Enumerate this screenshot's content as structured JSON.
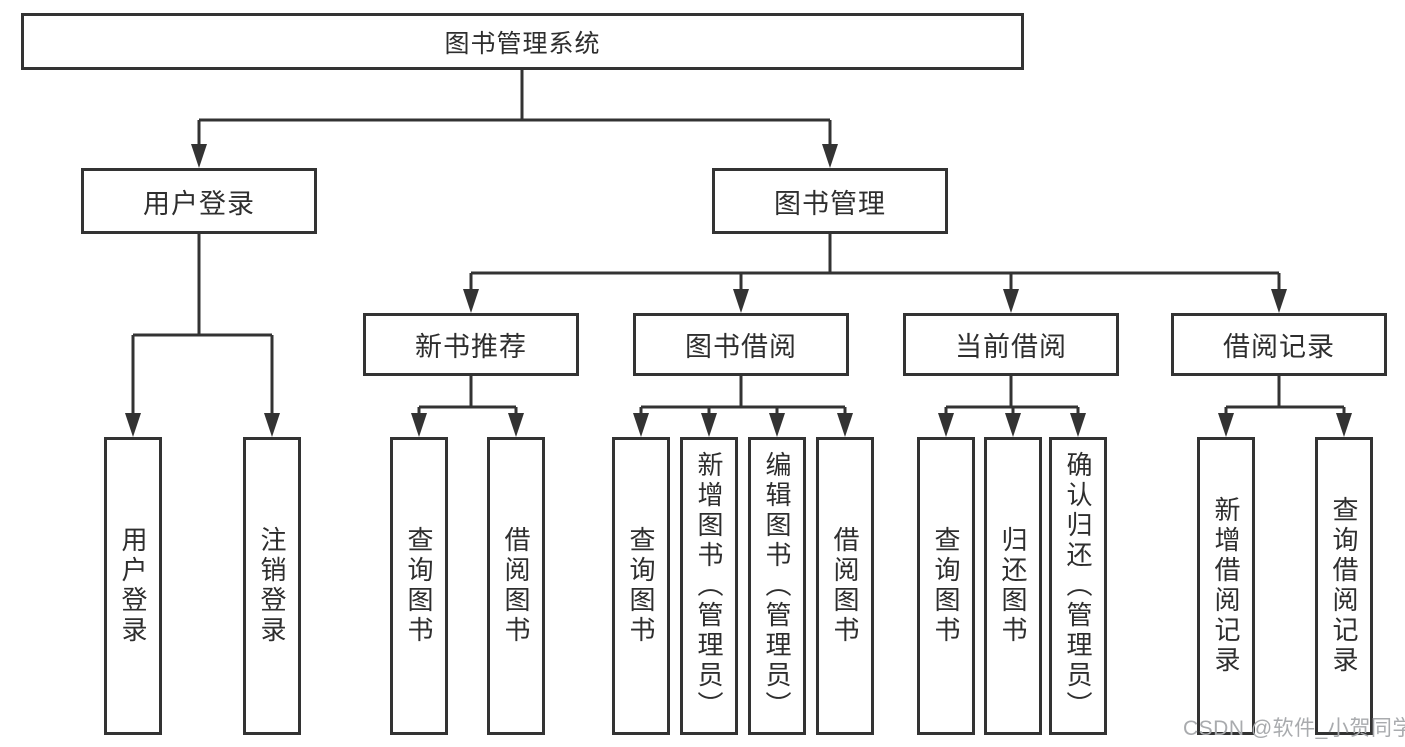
{
  "diagram": {
    "root": {
      "label": "图书管理系统"
    },
    "level2": [
      {
        "label": "用户登录"
      },
      {
        "label": "图书管理"
      }
    ],
    "level3": [
      {
        "label": "新书推荐",
        "parent": "图书管理"
      },
      {
        "label": "图书借阅",
        "parent": "图书管理"
      },
      {
        "label": "当前借阅",
        "parent": "图书管理"
      },
      {
        "label": "借阅记录",
        "parent": "图书管理"
      }
    ],
    "leaves": [
      {
        "label": "用户登录",
        "parent": "用户登录"
      },
      {
        "label": "注销登录",
        "parent": "用户登录"
      },
      {
        "label": "查询图书",
        "parent": "新书推荐"
      },
      {
        "label": "借阅图书",
        "parent": "新书推荐"
      },
      {
        "label": "查询图书",
        "parent": "图书借阅"
      },
      {
        "label": "新增图书（管理员）",
        "parent": "图书借阅"
      },
      {
        "label": "编辑图书（管理员）",
        "parent": "图书借阅"
      },
      {
        "label": "借阅图书",
        "parent": "图书借阅"
      },
      {
        "label": "查询图书",
        "parent": "当前借阅"
      },
      {
        "label": "归还图书",
        "parent": "当前借阅"
      },
      {
        "label": "确认归还（管理员）",
        "parent": "当前借阅"
      },
      {
        "label": "新增借阅记录",
        "parent": "借阅记录"
      },
      {
        "label": "查询借阅记录",
        "parent": "借阅记录"
      }
    ],
    "watermark": "CSDN @软件_小贺同学",
    "colors": {
      "line": "#333333",
      "text": "#2e2e2e",
      "box_background": "#ffffff",
      "watermark": "#a9abae"
    }
  }
}
